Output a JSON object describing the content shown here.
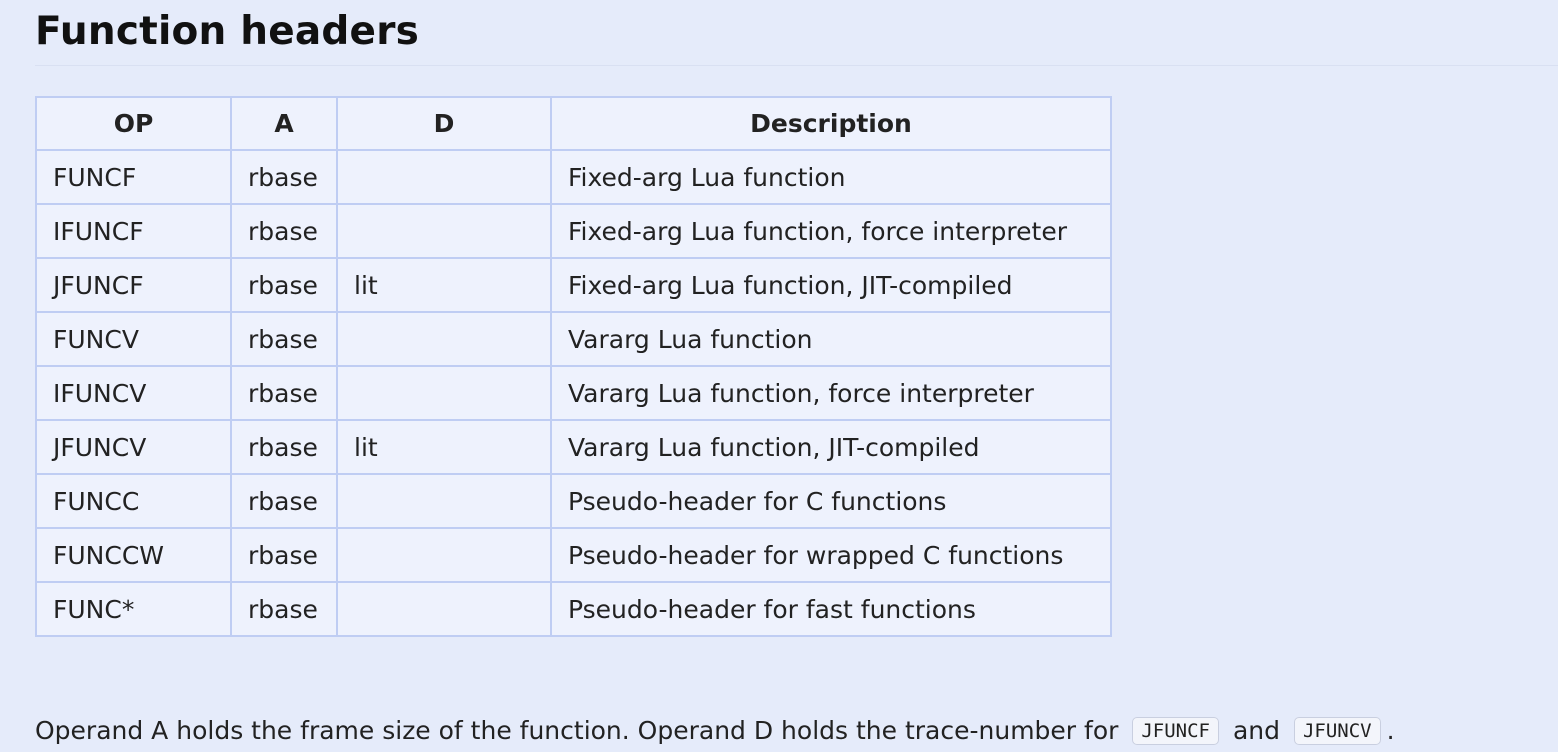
{
  "heading": "Function headers",
  "table": {
    "headers": [
      "OP",
      "A",
      "D",
      "Description"
    ],
    "rows": [
      [
        "FUNCF",
        "rbase",
        "",
        "Fixed-arg Lua function"
      ],
      [
        "IFUNCF",
        "rbase",
        "",
        "Fixed-arg Lua function, force interpreter"
      ],
      [
        "JFUNCF",
        "rbase",
        "lit",
        "Fixed-arg Lua function, JIT-compiled"
      ],
      [
        "FUNCV",
        "rbase",
        "",
        "Vararg Lua function"
      ],
      [
        "IFUNCV",
        "rbase",
        "",
        "Vararg Lua function, force interpreter"
      ],
      [
        "JFUNCV",
        "rbase",
        "lit",
        "Vararg Lua function, JIT-compiled"
      ],
      [
        "FUNCC",
        "rbase",
        "",
        "Pseudo-header for C functions"
      ],
      [
        "FUNCCW",
        "rbase",
        "",
        "Pseudo-header for wrapped C functions"
      ],
      [
        "FUNC*",
        "rbase",
        "",
        "Pseudo-header for fast functions"
      ]
    ]
  },
  "footer": {
    "text_before": "Operand A holds the frame size of the function. Operand D holds the trace-number for",
    "code1": "JFUNCF",
    "and_word": "and",
    "code2": "JFUNCV",
    "text_after": "."
  }
}
